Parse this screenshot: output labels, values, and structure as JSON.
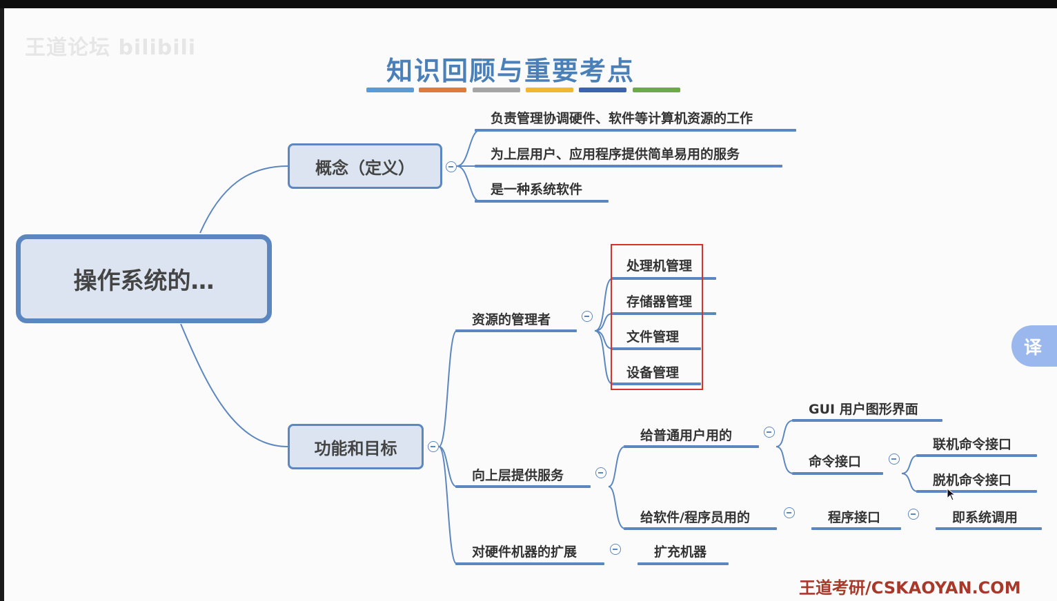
{
  "watermark": "王道论坛 bilibili",
  "title": "知识回顾与重要考点",
  "title_bar_colors": [
    "#5b9bd5",
    "#e07a3a",
    "#a5a5a5",
    "#f2b632",
    "#3d62b0",
    "#6ea84a"
  ],
  "root": "操作系统的…",
  "concept": {
    "label": "概念（定义）",
    "items": [
      "负责管理协调硬件、软件等计算机资源的工作",
      "为上层用户、应用程序提供简单易用的服务",
      "是一种系统软件"
    ]
  },
  "functions": {
    "label": "功能和目标",
    "resource_manager": {
      "label": "资源的管理者",
      "items": [
        "处理机管理",
        "存储器管理",
        "文件管理",
        "设备管理"
      ]
    },
    "services": {
      "label": "向上层提供服务",
      "for_users": {
        "label": "给普通用户用的",
        "gui": "GUI 用户图形界面",
        "command": {
          "label": "命令接口",
          "items": [
            "联机命令接口",
            "脱机命令接口"
          ]
        }
      },
      "for_programmers": {
        "label": "给软件/程序员用的",
        "program_interface": "程序接口",
        "syscall": "即系统调用"
      }
    },
    "extension": {
      "label": "对硬件机器的扩展",
      "item": "扩充机器"
    }
  },
  "footer": "王道考研/CSKAOYAN.COM",
  "translate_button": "译",
  "colors": {
    "line": "#5b86bf",
    "node_fill": "#dbe4f0",
    "highlight_box": "#d9302a",
    "footer": "#a8392a",
    "title": "#4a7fb8"
  }
}
